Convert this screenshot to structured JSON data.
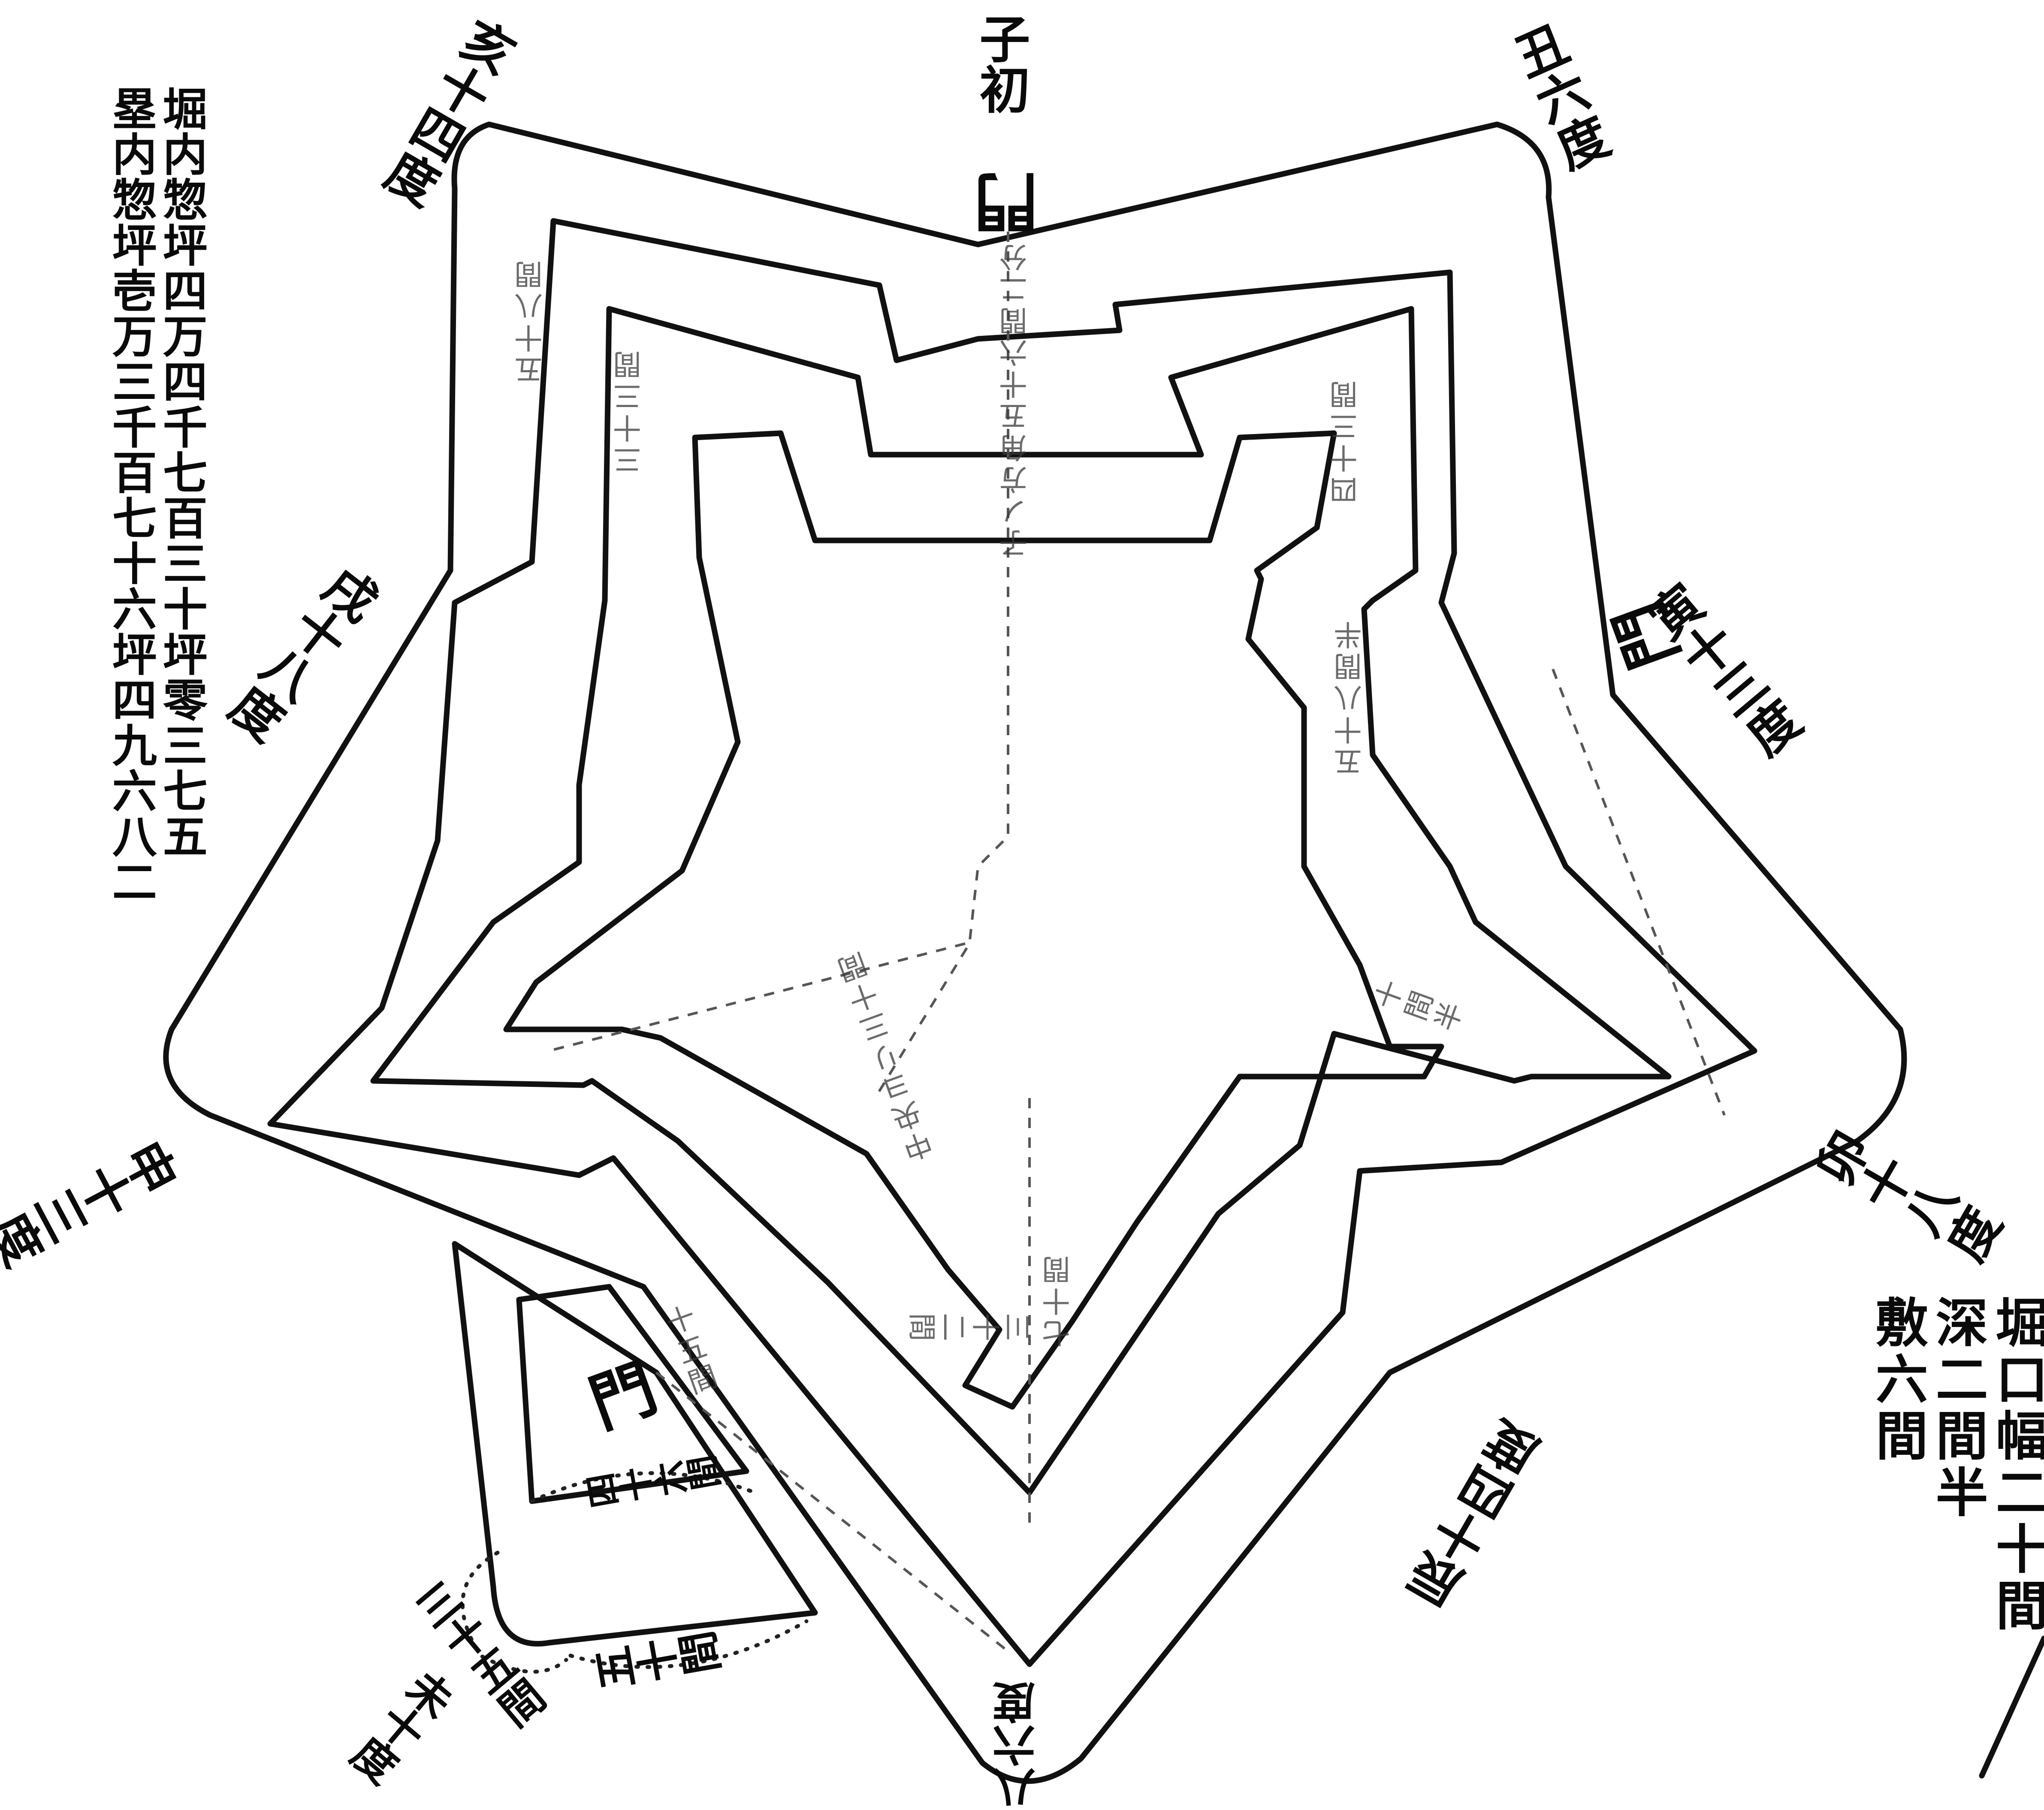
{
  "area_notes": {
    "moat_area": "堀内惣坪四万四千七百三十坪零三七五",
    "earthwork_area": "塁内惣坪壱万三千百七十六坪四九六八二"
  },
  "directions": {
    "ne": "丑六度",
    "east": "寅十三度",
    "se": "卯十八度",
    "sse": "辰十四度",
    "north": "子初",
    "nw": "亥十四度",
    "west": "戌十八度",
    "sw": "申十三度"
  },
  "gates": {
    "north_gate": "門",
    "east_gate": "門",
    "south_gate": "門"
  },
  "moat_notes": {
    "col1": "堀口幅二十間",
    "col2": "深二間半",
    "col3": "敷六間"
  },
  "distance_labels": {
    "south_tip": "八六度",
    "sw_tip": "未十度",
    "ravelin_side": "五十間",
    "ravelin_corner": "三十五間",
    "ravelin_base": "四十六間"
  },
  "measure_notes": {
    "north_axis": "子ノ方角五十六間二分",
    "center_line": "中央ヨリ三十間",
    "ne_bastion": "五十八間半",
    "ne_inner": "四十三間",
    "nw_bastion": "五十八間",
    "nw_inner": "三十三間",
    "e_bastion": "十間半",
    "s_bastion": "七十間",
    "south_axis": "三十二間",
    "sw_ravelin": "十五間"
  }
}
